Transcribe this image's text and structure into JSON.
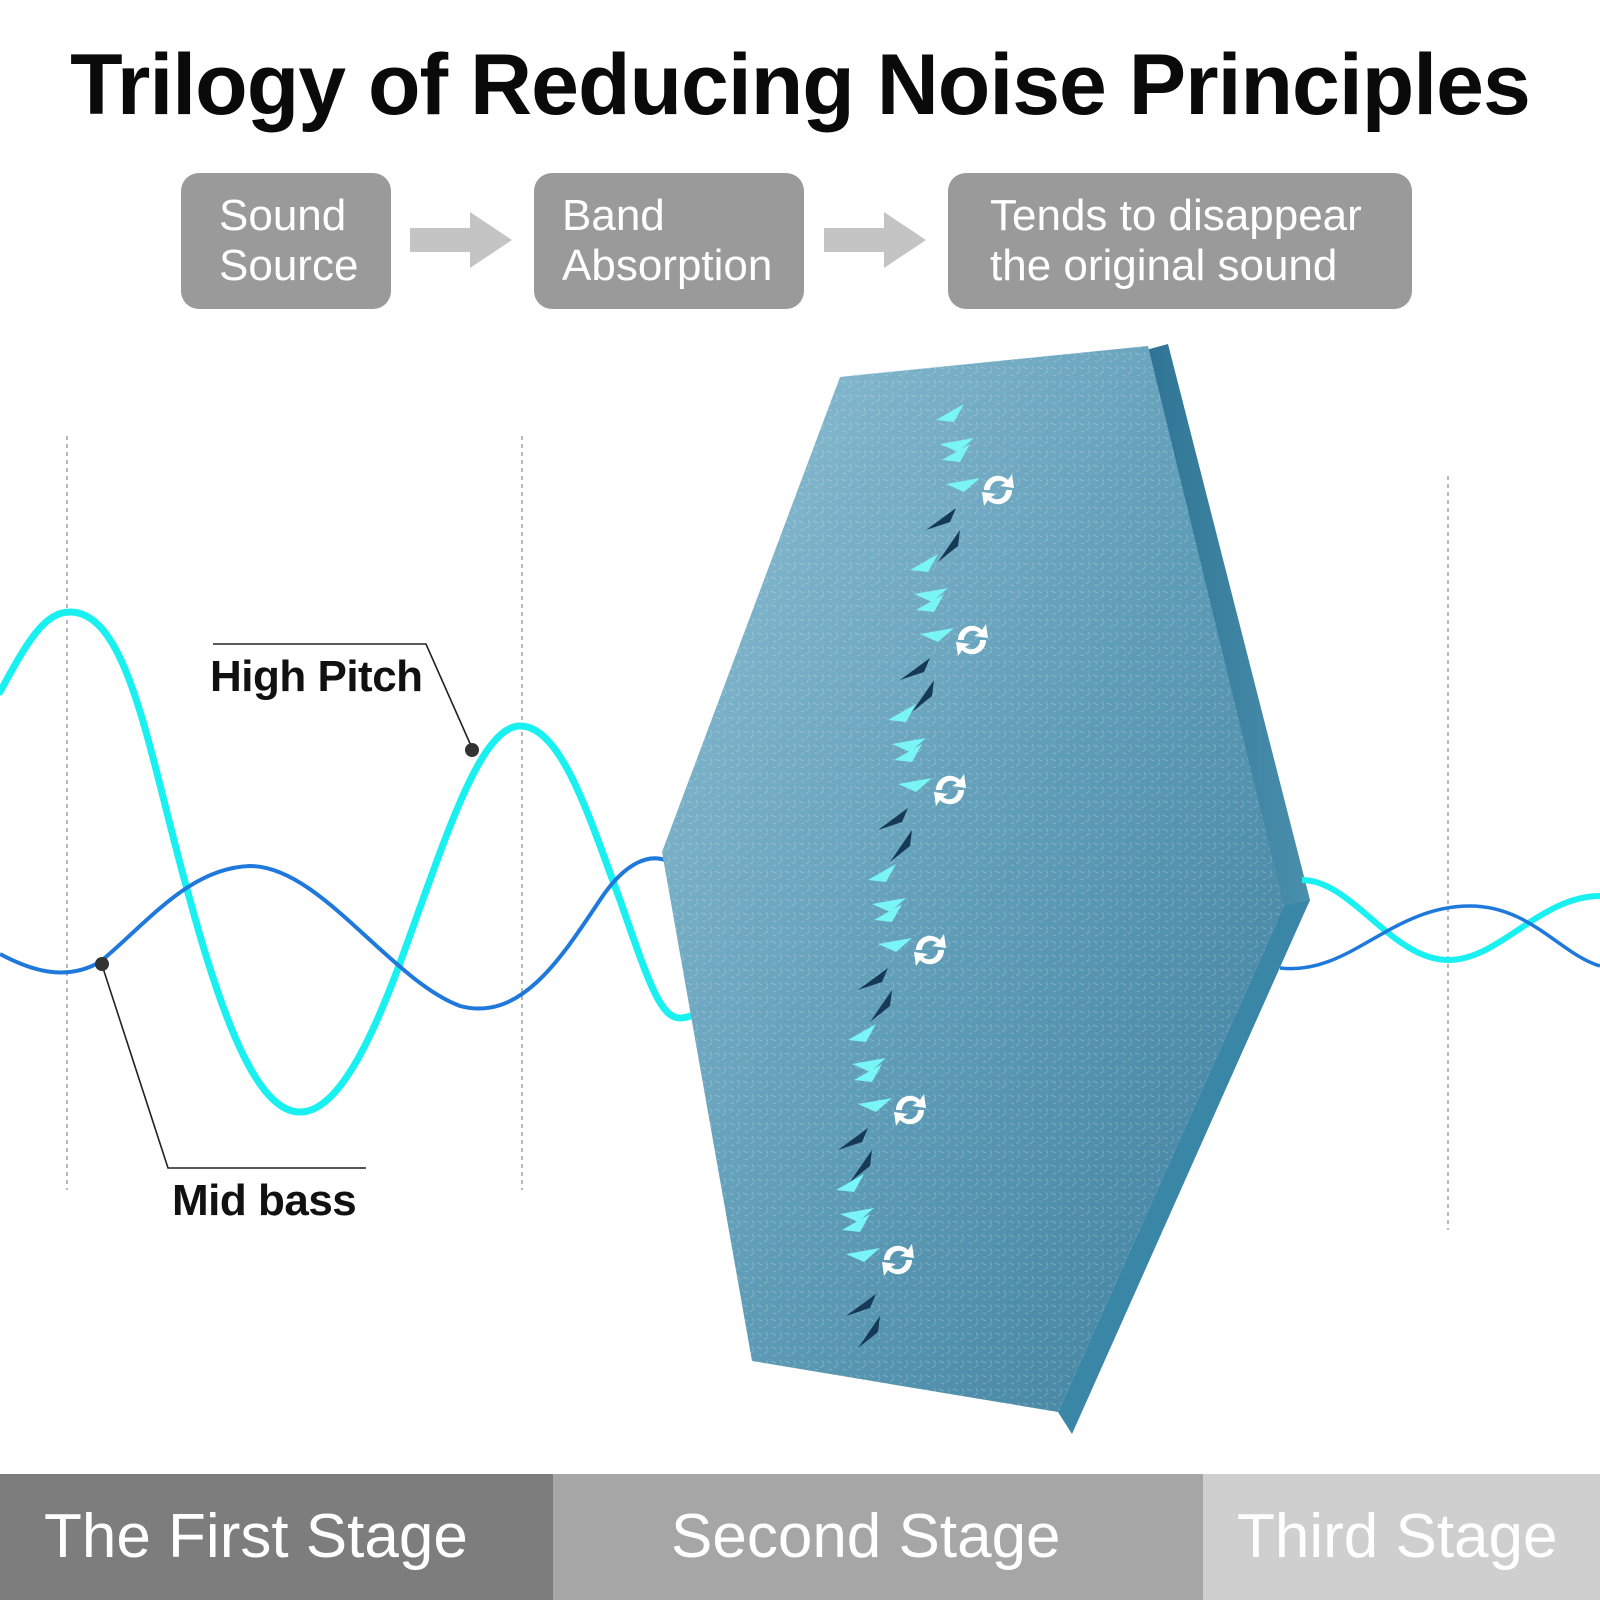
{
  "title": "Trilogy of Reducing Noise Principles",
  "flow": [
    {
      "line1": "Sound",
      "line2": "Source"
    },
    {
      "line1": "Band",
      "line2": "Absorption"
    },
    {
      "line1": "Tends to disappear",
      "line2": "the original sound"
    }
  ],
  "labels": {
    "high_pitch": "High Pitch",
    "mid_bass": "Mid bass"
  },
  "stages": [
    "The First Stage",
    "Second Stage",
    "Third Stage"
  ],
  "colors": {
    "high_pitch_wave": "#19f0f0",
    "mid_bass_wave": "#1f78dc",
    "panel": "#5b9ab5",
    "box": "#9a9a9a",
    "stage_first": "#7d7d7d",
    "stage_second": "#a6a6a6",
    "stage_third": "#cfcfcf"
  }
}
